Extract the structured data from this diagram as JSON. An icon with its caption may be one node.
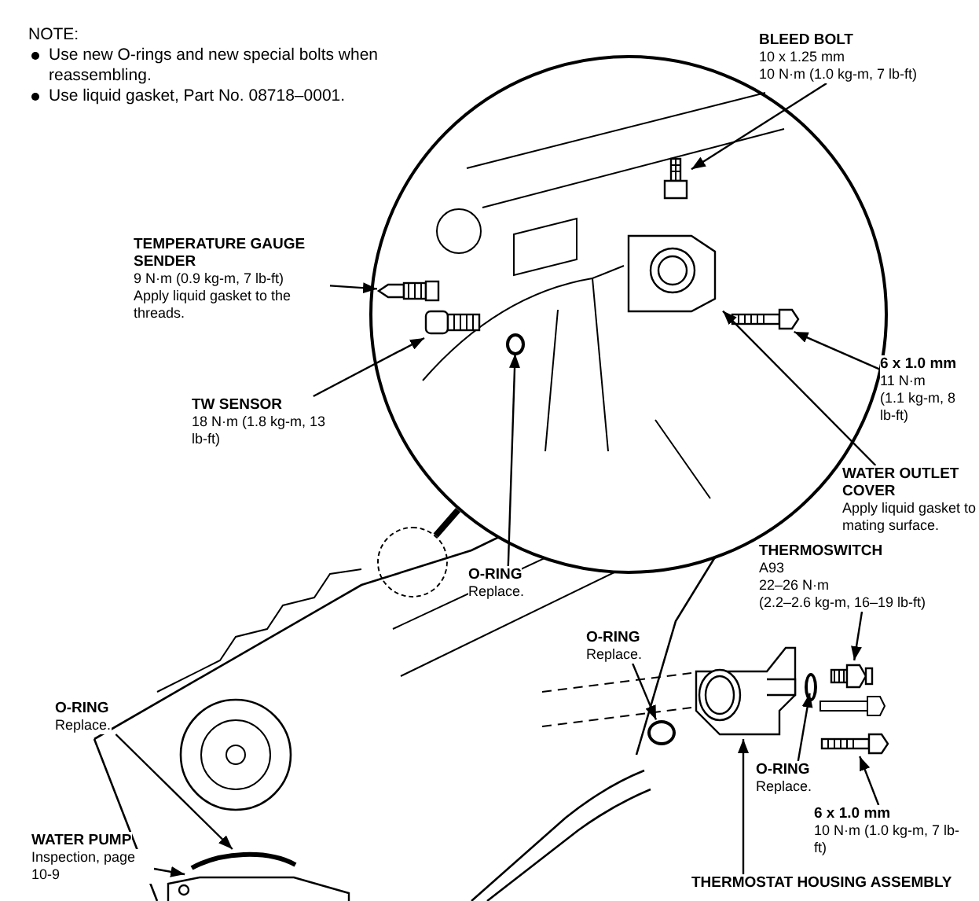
{
  "diagram": {
    "nodes": [
      {
        "text": [],
        "shape": "circle"
      },
      {
        "text": [],
        "shape": "picture",
        "in": 0
      },
      {
        "text": [],
        "shape": "picture",
        "in": 0
      },
      {
        "text": [],
        "shape": "picture",
        "in": 0
      },
      {
        "text": [],
        "shape": "circle",
        "in": 0
      },
      {
        "text": [],
        "shape": "picture",
        "in": 0
      },
      {
        "text": [],
        "shape": "picture",
        "in": 0
      },
      {
        "text": [],
        "shape": "circle"
      },
      {
        "text": [],
        "shape": "picture"
      },
      {
        "text": [],
        "shape": "circle"
      },
      {
        "text": [],
        "shape": "circle"
      },
      {
        "text": [],
        "shape": "picture"
      },
      {
        "text": [],
        "shape": "picture"
      },
      {
        "text": [],
        "shape": "picture"
      },
      {
        "text": [],
        "shape": "picture"
      },
      {
        "text": [
          "BLEED BOLT",
          "10 x 1.25 mm",
          "10 N·m (1.0 kg-m, 7 lb-ft)"
        ]
      },
      {
        "text": [
          "TEMPERATURE GAUGE SENDER",
          "9 N·m (0.9 kg-m, 7 lb-ft)",
          "Apply liquid gasket to the threads."
        ]
      },
      {
        "text": [
          "TW SENSOR",
          "18 N·m (1.8 kg-m, 13 lb-ft)"
        ]
      },
      {
        "text": [
          "O-RING",
          "Replace."
        ]
      },
      {
        "text": [
          "6 x 1.0 mm",
          "11 N·m",
          "(1.1 kg-m, 8 lb-ft)"
        ]
      },
      {
        "text": [
          "WATER OUTLET COVER",
          "Apply liquid gasket to mating surface."
        ]
      },
      {
        "text": [
          "THERMOSWITCH",
          "A93",
          "22–26 N·m",
          "(2.2–2.6 kg-m, 16–19 lb-ft)"
        ]
      },
      {
        "text": [
          "O-RING",
          "Replace."
        ]
      },
      {
        "text": [
          "O-RING",
          "Replace."
        ]
      },
      {
        "text": [
          "6 x 1.0 mm",
          "10 N·m (1.0 kg-m, 7 lb-ft)"
        ]
      },
      {
        "text": [
          "THERMOSTAT HOUSING ASSEMBLY"
        ]
      },
      {
        "text": [
          "O-RING",
          "Replace."
        ]
      },
      {
        "text": [
          "WATER PUMP",
          "Inspection, page 10-9"
        ]
      }
    ],
    "edges": [
      {
        "from": 15,
        "to": 1,
        "arrow": "to"
      },
      {
        "from": 16,
        "to": 2,
        "arrow": "to"
      },
      {
        "from": 17,
        "to": 3,
        "arrow": "to"
      },
      {
        "from": 18,
        "to": 4,
        "arrow": "to"
      },
      {
        "from": 19,
        "to": 6,
        "arrow": "to"
      },
      {
        "from": 20,
        "to": 5,
        "arrow": "to"
      },
      {
        "from": 7,
        "to": 0,
        "arrow": "none",
        "style": "thick"
      },
      {
        "from": 21,
        "to": 8,
        "arrow": "to"
      },
      {
        "from": 22,
        "to": 9,
        "arrow": "to"
      },
      {
        "from": 23,
        "to": 10,
        "arrow": "to"
      },
      {
        "from": 24,
        "to": 11,
        "arrow": "to"
      },
      {
        "from": 25,
        "to": 12,
        "arrow": "to"
      },
      {
        "from": 26,
        "to": 13,
        "arrow": "to"
      },
      {
        "from": 27,
        "to": 14,
        "arrow": "to"
      }
    ],
    "labels": [
      "NOTE:",
      "Use new O-rings and new special bolts when reassembling.",
      "Use liquid gasket, Part No. 08718–0001."
    ]
  }
}
